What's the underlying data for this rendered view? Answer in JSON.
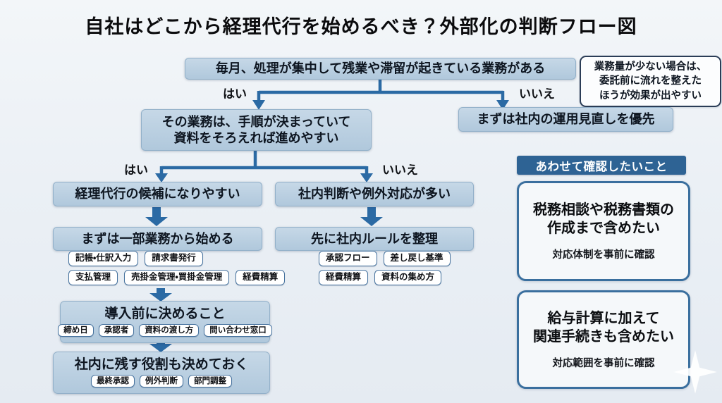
{
  "title": "自社はどこから経理代行を始めるべき？外部化の判断フロー図",
  "colors": {
    "arrow_blue": "#2b6aa4",
    "box_fill": "#b9cfe1",
    "banner_bg": "#2e6394",
    "card_border": "#3a6f9e",
    "note_border": "#2b3d57",
    "background": "#ecf1f6"
  },
  "flow": {
    "label_yes": "はい",
    "label_no": "いいえ",
    "q1": "毎月、処理が集中して残業や滞留が起きている業務がある",
    "note": "業務量が少ない場合は、\n委託前に流れを整えた\nほうが効果が出やすい",
    "q2": "その業務は、手順が決まっていて\n資料をそろえれば進めやすい",
    "no1_result": "まずは社内の運用見直しを優先",
    "yes2_result": "経理代行の候補になりやすい",
    "no2_result": "社内判断や例外対応が多い",
    "start_small": "まずは一部業務から始める",
    "start_small_tags": [
      "記帳・仕訳入力",
      "請求書発行",
      "支払管理",
      "売掛金管理・買掛金管理",
      "経費精算"
    ],
    "organize_rules": "先に社内ルールを整理",
    "organize_tags": [
      "承認フロー",
      "差し戻し基準",
      "経費精算",
      "資料の集め方"
    ],
    "before_intro": "導入前に決めること",
    "before_intro_tags": [
      "締め日",
      "承認者",
      "資料の渡し方",
      "問い合わせ窓口"
    ],
    "keep_roles": "社内に残す役割も決めておく",
    "keep_roles_tags": [
      "最終承認",
      "例外判断",
      "部門調整"
    ]
  },
  "side": {
    "header": "あわせて確認したいこと",
    "cards": [
      {
        "title": "税務相談や税務書類の\n作成まで含めたい",
        "subtitle": "対応体制を事前に確認"
      },
      {
        "title": "給与計算に加えて\n関連手続きも含めたい",
        "subtitle": "対応範囲を事前に確認"
      }
    ]
  }
}
